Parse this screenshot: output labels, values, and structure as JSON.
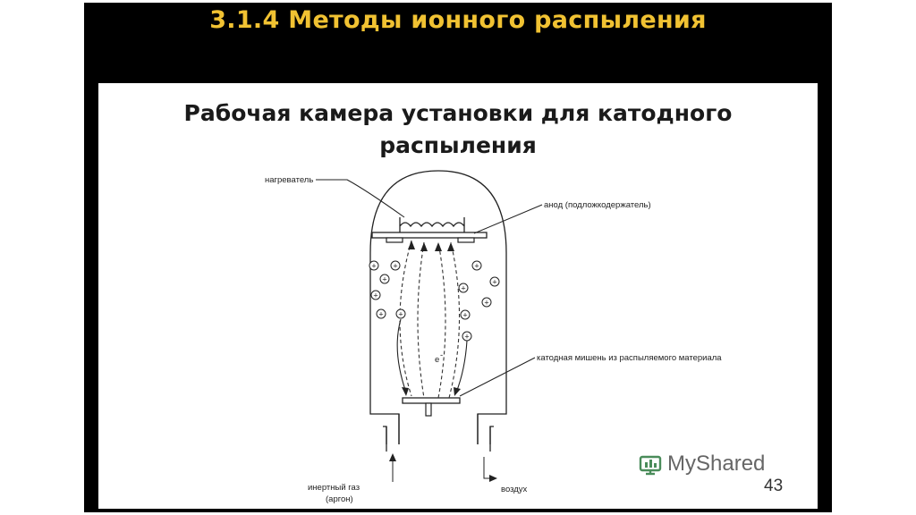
{
  "slide": {
    "title": "3.1.4 Методы ионного распыления",
    "heading_line1": "Рабочая камера установки для катодного",
    "heading_line2": "распыления",
    "page_number": "43"
  },
  "diagram": {
    "labels": {
      "heater": "нагреватель",
      "anode": "анод (подложкодержатель)",
      "cathode": "катодная мишень из распыляемого материала",
      "gas_line1": "инертный газ",
      "gas_line2": "(аргон)",
      "air": "воздух",
      "electron": "e"
    },
    "ion_symbol": "+"
  },
  "brand": {
    "name": "MyShared",
    "icon": "myshared-logo-icon"
  },
  "colors": {
    "slide_background": "#000000",
    "title_color": "#f1c232",
    "content_background": "#ffffff"
  }
}
